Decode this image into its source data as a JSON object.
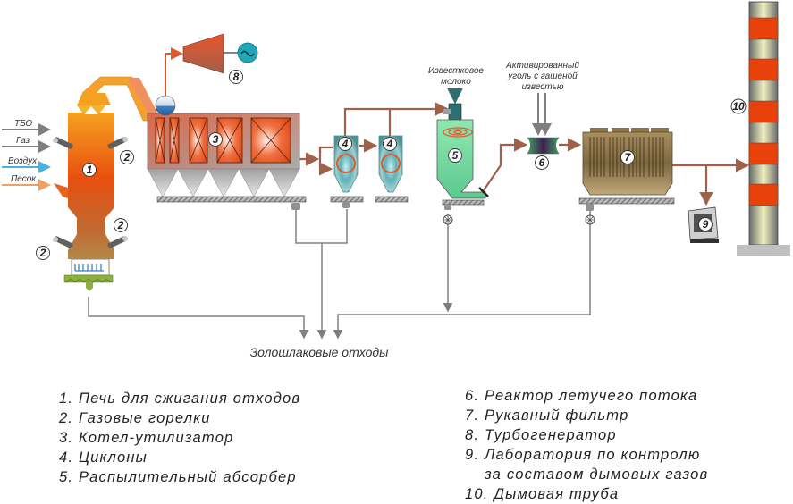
{
  "diagram": {
    "inputs": [
      "ТБО",
      "Газ",
      "Воздух",
      "Песок"
    ],
    "input_colors": {
      "ТБО": "#7f7f7f",
      "Газ": "#7f7f7f",
      "Воздух": "#4ab0e0",
      "Песок": "#f0a060"
    },
    "labels": {
      "lime_milk_line1": "Известковое",
      "lime_milk_line2": "молоко",
      "carbon_line1": "Активированный",
      "carbon_line2": "уголь с гашеной",
      "carbon_line3": "известью",
      "ash_waste": "Золошлаковые отходы"
    },
    "markers": [
      "1",
      "2",
      "2",
      "2",
      "2",
      "3",
      "4",
      "4",
      "5",
      "6",
      "7",
      "8",
      "9",
      "10"
    ],
    "colors": {
      "furnace": "#e8641c",
      "boiler": "#e05a30",
      "cyclone": "#7fbfbf",
      "absorber": "#6fd59a",
      "filter": "#8a7448",
      "stack_band": "#e8420a",
      "gas_line": "#a0604a",
      "ash_line": "#808080"
    }
  },
  "legend": {
    "left": [
      "1. Печь для сжигания отходов",
      "2. Газовые горелки",
      "3. Котел-утилизатор",
      "4. Циклоны",
      "5. Распылительный абсорбер"
    ],
    "right": [
      "6. Реактор летучего потока",
      "7. Рукавный фильтр",
      "8. Турбогенератор",
      "9. Лаборатория по контролю",
      "за составом дымовых газов",
      "10. Дымовая труба"
    ]
  }
}
